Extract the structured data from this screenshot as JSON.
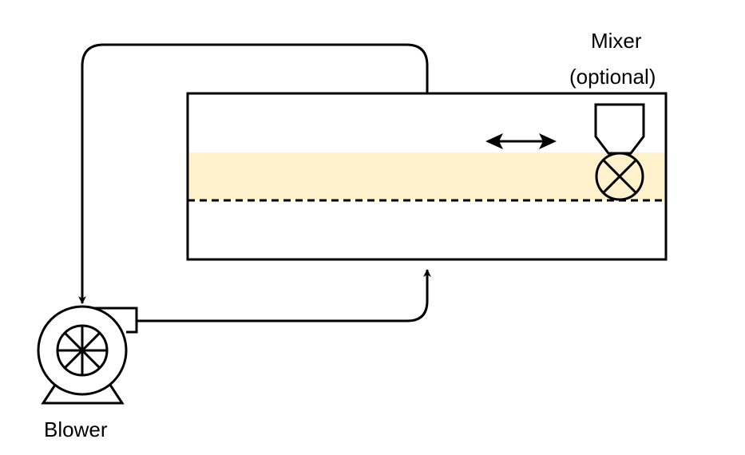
{
  "labels": {
    "mixer_line1": "Mixer",
    "mixer_line2": "(optional)",
    "blower": "Blower"
  },
  "colors": {
    "line": "#000000",
    "layer_fill": "#fff2cc",
    "background": "#ffffff"
  },
  "icons": {
    "mixer": "mixer-icon",
    "blower": "blower-icon",
    "motion_arrow": "double-arrow-icon"
  }
}
